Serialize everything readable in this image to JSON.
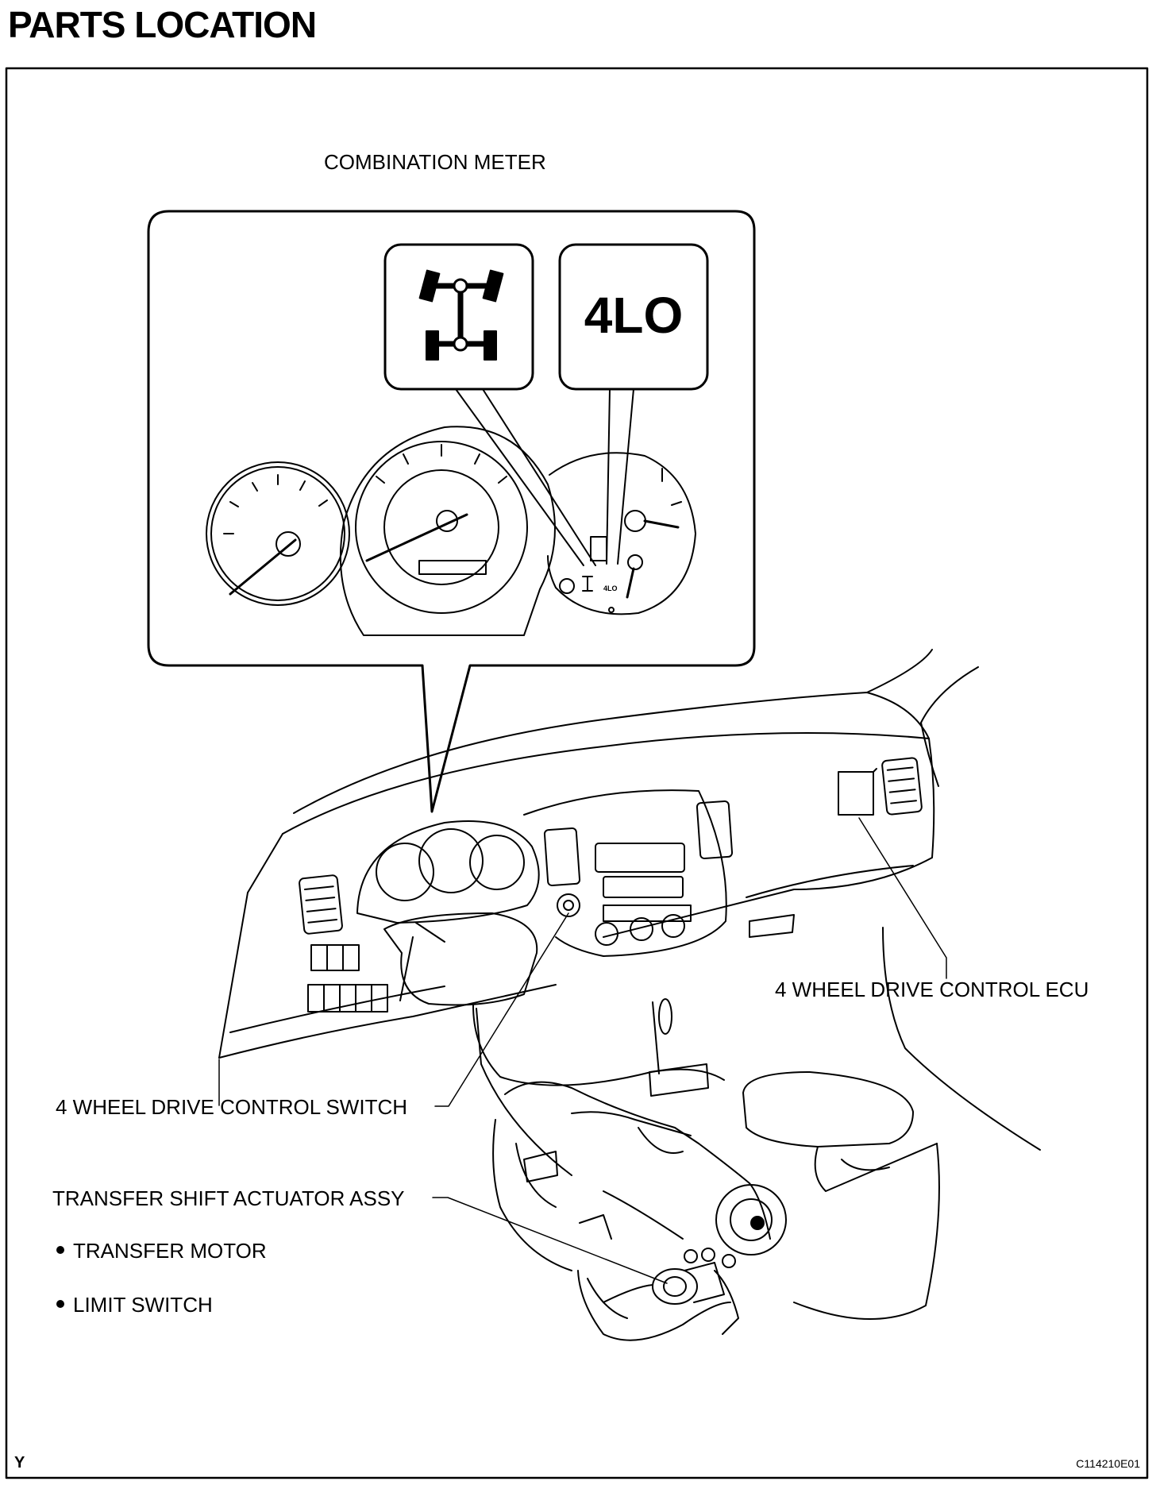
{
  "title": "PARTS LOCATION",
  "labels": {
    "combination_meter": "COMBINATION METER",
    "indicator_4lo": "4LO",
    "ecu": "4 WHEEL DRIVE CONTROL ECU",
    "switch": "4 WHEEL DRIVE CONTROL SWITCH",
    "actuator": "TRANSFER SHIFT ACTUATOR ASSY",
    "motor": "TRANSFER MOTOR",
    "limit_switch": "LIMIT SWITCH"
  },
  "footer": {
    "left_code": "Y",
    "figure_code": "C114210E01"
  }
}
